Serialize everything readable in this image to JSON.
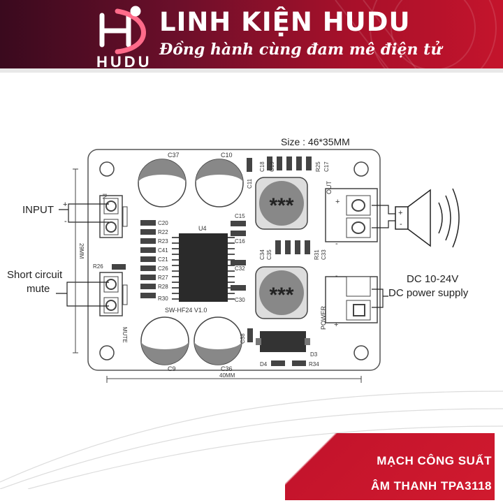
{
  "header": {
    "brand_name": "LINH KIỆN HUDU",
    "tagline": "Đồng hành cùng đam mê điện tử",
    "logo_text": "HUDU",
    "colors": {
      "banner_dark": "#3a0a1e",
      "banner_red": "#c4142c",
      "text": "#ffffff"
    }
  },
  "diagram": {
    "size_label": "Size :  46*35MM",
    "input_label": "INPUT",
    "short_circuit_label_line1": "Short circuit",
    "short_circuit_label_line2": "mute",
    "dc_label": "DC 10-24V",
    "dc_supply_label": "DC power supply",
    "width_dim": "40MM",
    "height_dim": "29MM",
    "silkscreen": {
      "board_name": "SW-HF24 V1.0",
      "ic": "U4",
      "in_label": "IN",
      "out_label": "OUT",
      "mute_label": "MUTE",
      "power_label": "POWER",
      "inductor_marking": "***",
      "caps_big": [
        "C37",
        "C10",
        "C9",
        "C36"
      ],
      "left_parts": [
        "C20",
        "R22",
        "R23",
        "C41",
        "C21",
        "C26",
        "R27",
        "R28",
        "R30"
      ],
      "right_parts": [
        "C15",
        "C16",
        "C32",
        "C30"
      ],
      "top_parts": [
        "C18",
        "C19",
        "R25",
        "C17",
        "C11"
      ],
      "mid_parts": [
        "C34",
        "C35",
        "R31",
        "C33"
      ],
      "misc": [
        "R26",
        "C38",
        "D3",
        "D4",
        "R34"
      ]
    }
  },
  "footer": {
    "line1": "MẠCH CÔNG SUẤT",
    "line2": "ÂM THANH TPA3118"
  }
}
